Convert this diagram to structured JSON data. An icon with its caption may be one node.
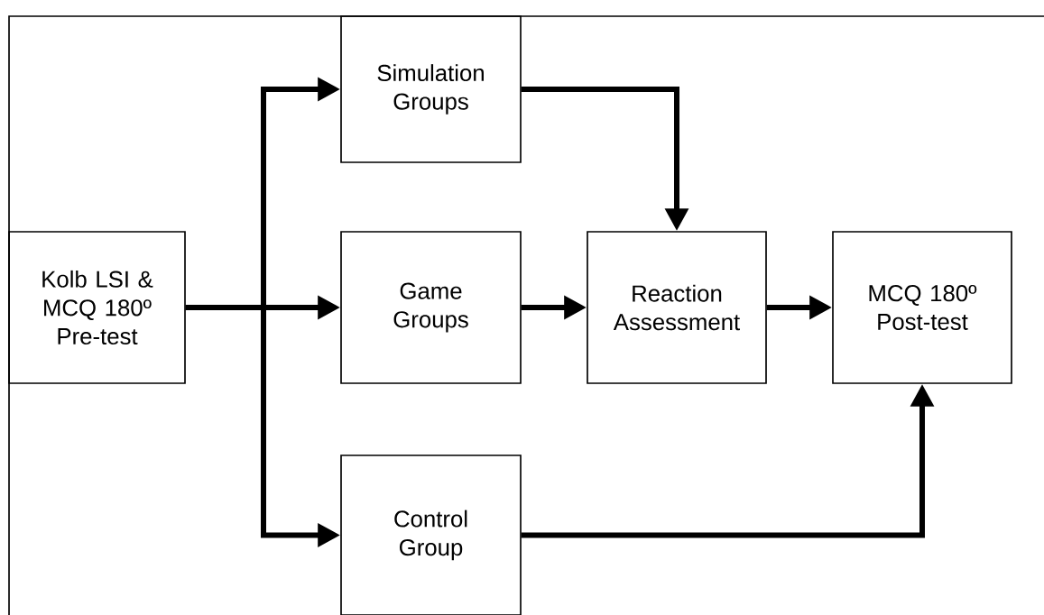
{
  "diagram": {
    "nodes": [
      {
        "text": [
          "Kolb LSI & MCQ 180º Pre-test"
        ]
      },
      {
        "text": [
          "Simulation Groups"
        ]
      },
      {
        "text": [
          "Game Groups"
        ]
      },
      {
        "text": [
          "Control Group"
        ]
      },
      {
        "text": [
          "Reaction Assessment"
        ]
      },
      {
        "text": [
          "MCQ 180º Post-test"
        ]
      }
    ],
    "edges": [
      {
        "from": 0,
        "to": 1,
        "arrow": "to"
      },
      {
        "from": 0,
        "to": 2,
        "arrow": "to"
      },
      {
        "from": 0,
        "to": 3,
        "arrow": "to"
      },
      {
        "from": 1,
        "to": 4,
        "arrow": "to"
      },
      {
        "from": 2,
        "to": 4,
        "arrow": "to"
      },
      {
        "from": 4,
        "to": 5,
        "arrow": "to"
      },
      {
        "from": 3,
        "to": 5,
        "arrow": "to"
      }
    ]
  }
}
